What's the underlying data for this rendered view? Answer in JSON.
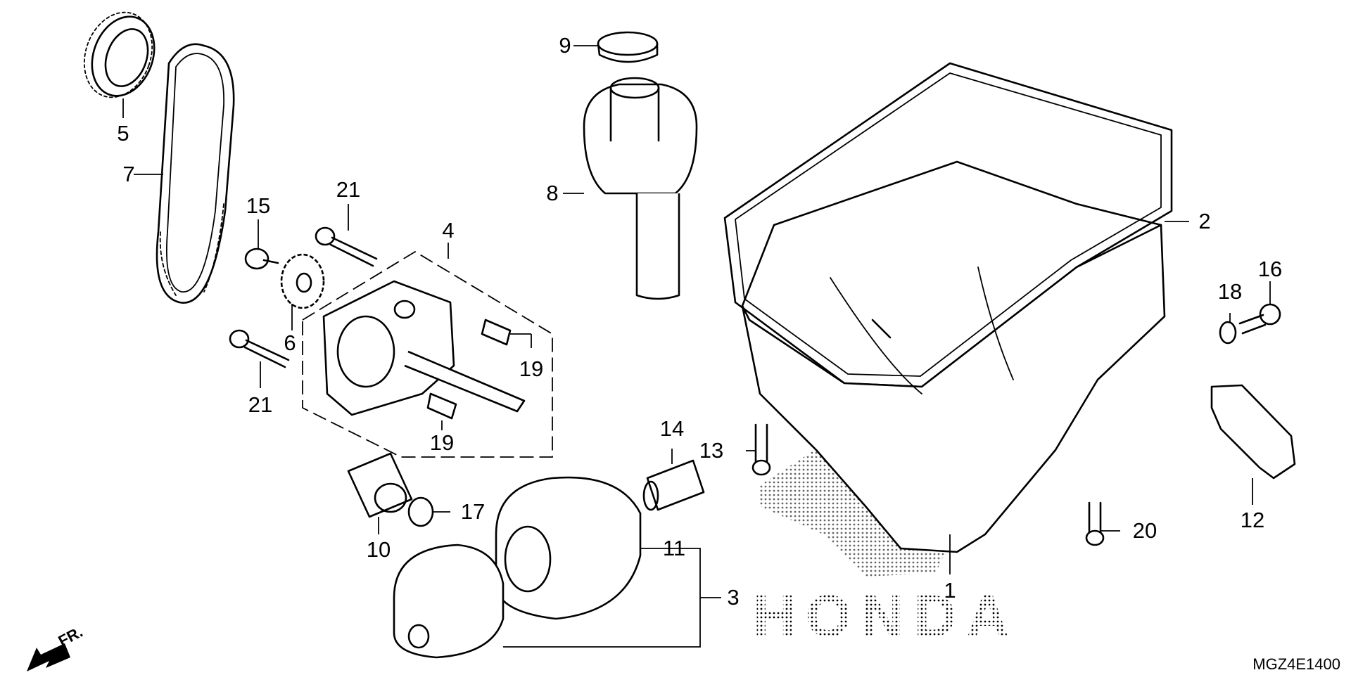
{
  "diagram": {
    "part_code": "MGZ4E1400",
    "watermark": "HONDA",
    "direction_label": "FR.",
    "callouts": [
      {
        "id": "c1",
        "label": "1"
      },
      {
        "id": "c2",
        "label": "2"
      },
      {
        "id": "c3",
        "label": "3"
      },
      {
        "id": "c4",
        "label": "4"
      },
      {
        "id": "c5",
        "label": "5"
      },
      {
        "id": "c6",
        "label": "6"
      },
      {
        "id": "c7",
        "label": "7"
      },
      {
        "id": "c8",
        "label": "8"
      },
      {
        "id": "c9",
        "label": "9"
      },
      {
        "id": "c10",
        "label": "10"
      },
      {
        "id": "c11",
        "label": "11"
      },
      {
        "id": "c12",
        "label": "12"
      },
      {
        "id": "c13",
        "label": "13"
      },
      {
        "id": "c14",
        "label": "14"
      },
      {
        "id": "c15",
        "label": "15"
      },
      {
        "id": "c16",
        "label": "16"
      },
      {
        "id": "c17",
        "label": "17"
      },
      {
        "id": "c18",
        "label": "18"
      },
      {
        "id": "c19a",
        "label": "19"
      },
      {
        "id": "c19b",
        "label": "19"
      },
      {
        "id": "c20",
        "label": "20"
      },
      {
        "id": "c21a",
        "label": "21"
      },
      {
        "id": "c21b",
        "label": "21"
      }
    ]
  }
}
